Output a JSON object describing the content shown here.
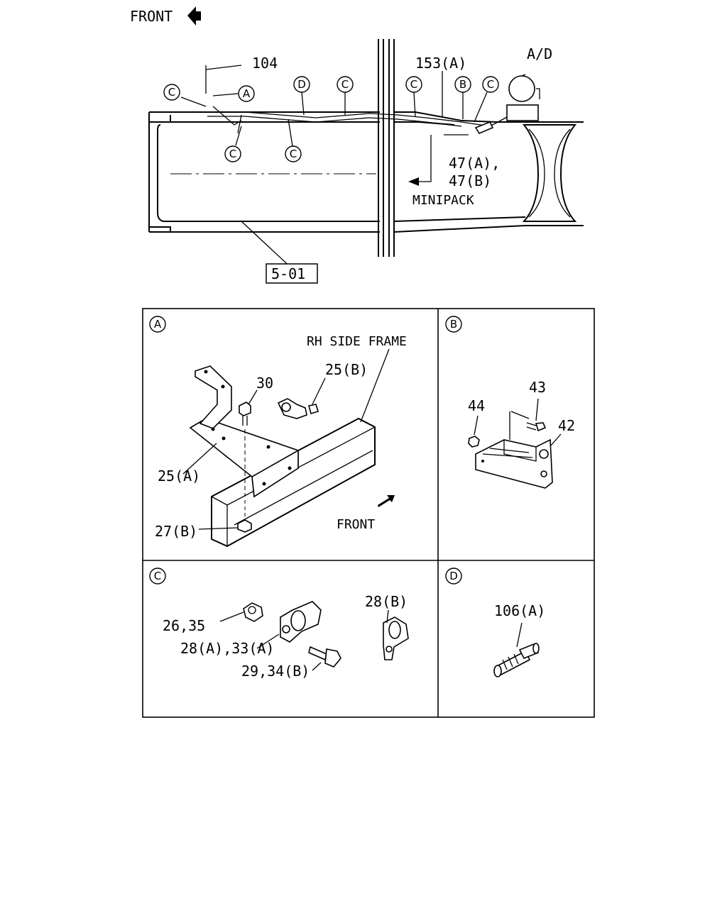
{
  "overview": {
    "front_label": "FRONT",
    "callouts": {
      "c104": "104",
      "c153a": "153(A)",
      "ad": "A/D",
      "c47a": "47(A),",
      "c47b": "47(B)",
      "minipack": "MINIPACK",
      "ref": "5-01"
    },
    "markers": {
      "a": "A",
      "b": "B",
      "c": "C",
      "d": "D"
    }
  },
  "panels": {
    "a": {
      "letter": "A",
      "rh_side_frame": "RH SIDE FRAME",
      "p25b": "25(B)",
      "p30": "30",
      "p25a": "25(A)",
      "p27b": "27(B)",
      "front": "FRONT"
    },
    "b": {
      "letter": "B",
      "p43": "43",
      "p44": "44",
      "p42": "42"
    },
    "c": {
      "letter": "C",
      "p2635": "26,35",
      "p28a33a": "28(A),33(A)",
      "p2934b": "29,34(B)",
      "p28b": "28(B)"
    },
    "d": {
      "letter": "D",
      "p106a": "106(A)"
    }
  }
}
